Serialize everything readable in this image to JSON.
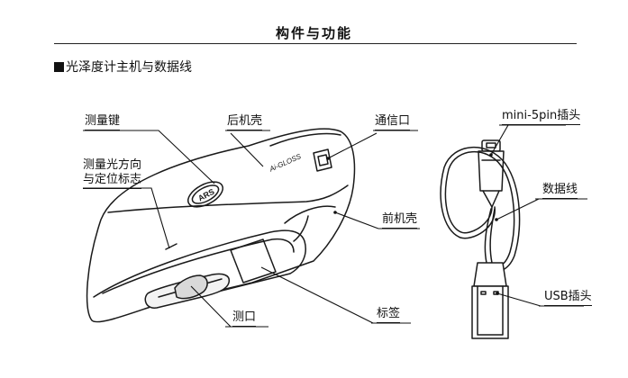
{
  "heading": "构件与功能",
  "section_title": "光泽度计主机与数据线",
  "labels": {
    "measure_key": "测量键",
    "rear_shell": "后机壳",
    "comm_port": "通信口",
    "light_direction_line1": "测量光方向",
    "light_direction_line2": "与定位标志",
    "front_shell": "前机壳",
    "measure_port": "测口",
    "tag": "标签",
    "mini_plug": "mini-5pin插头",
    "data_cable": "数据线",
    "usb_plug": "USB插头"
  },
  "device_logo_text": "ARS",
  "device_brand_text": "Ai-GLOSS",
  "icons": [
    "square-bullet-icon"
  ]
}
